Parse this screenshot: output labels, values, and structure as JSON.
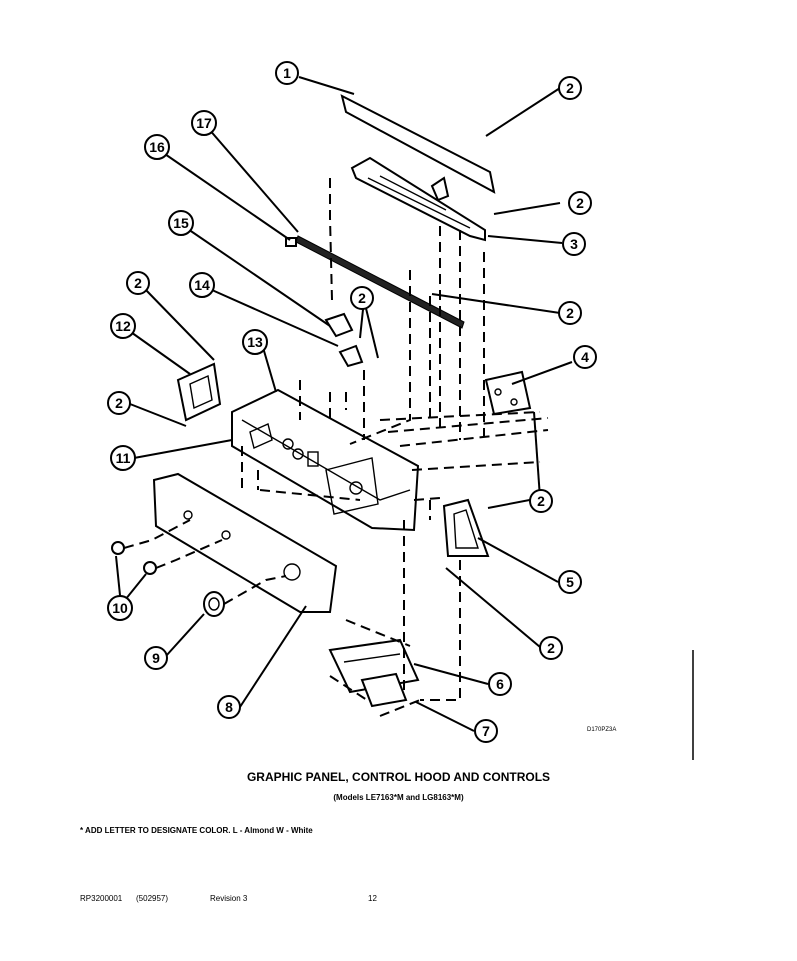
{
  "diagram": {
    "title": "GRAPHIC PANEL, CONTROL HOOD AND CONTROLS",
    "subtitle": "(Models LE7163*M and LG8163*M)",
    "note": "* ADD LETTER TO DESIGNATE COLOR.  L - Almond  W - White",
    "drawing_ref": "D170PZ3A"
  },
  "footer": {
    "doc_number": "RP3200001",
    "part_number": "(502957)",
    "revision": "Revision 3",
    "page": "12"
  },
  "callouts": [
    "1",
    "2",
    "2",
    "3",
    "2",
    "4",
    "2",
    "5",
    "2",
    "6",
    "7",
    "8",
    "9",
    "10",
    "11",
    "12",
    "2",
    "2",
    "13",
    "14",
    "15",
    "16",
    "17",
    "2"
  ]
}
